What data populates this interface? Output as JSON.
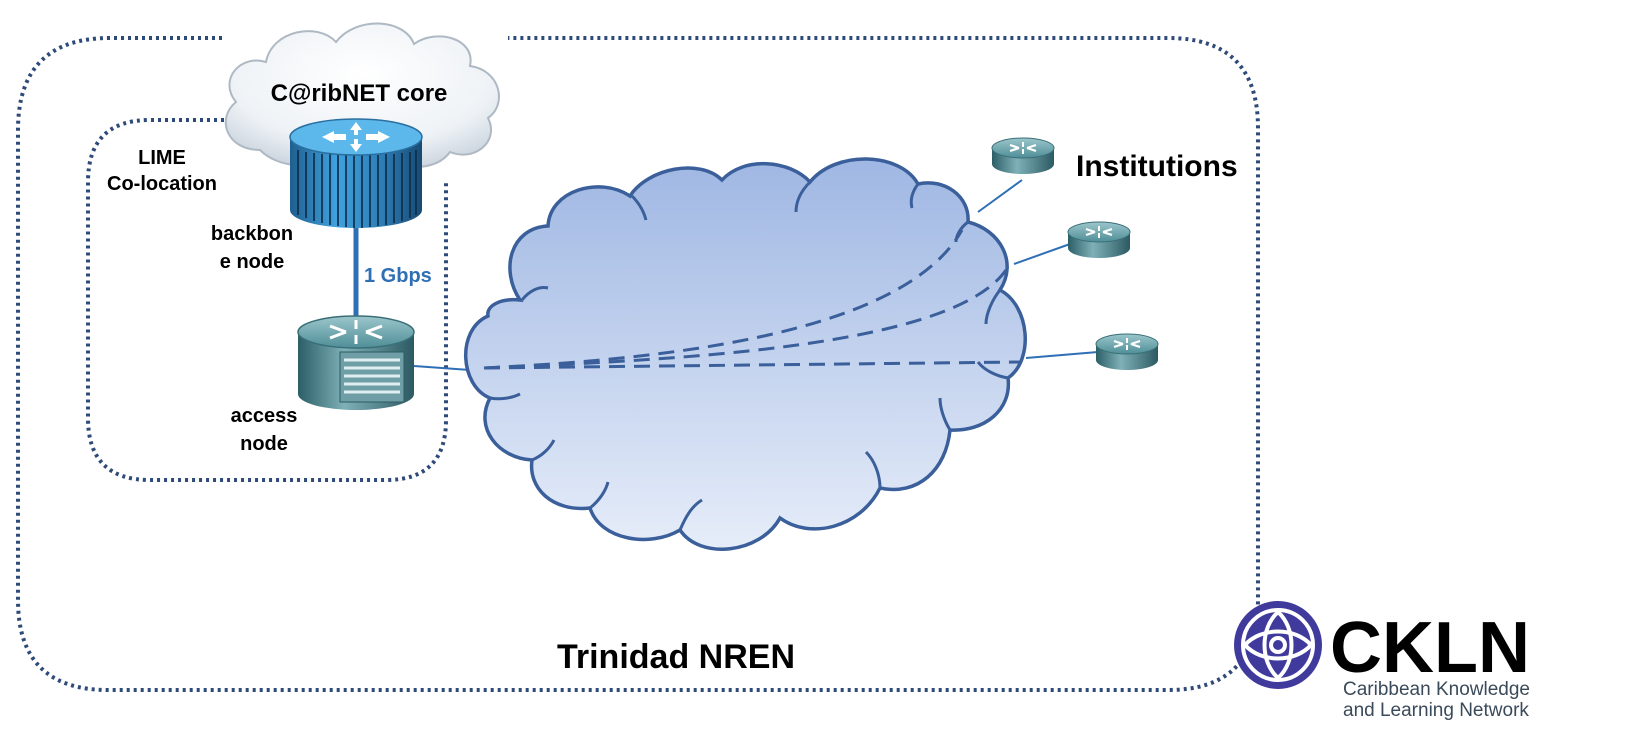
{
  "labels": {
    "caribnet_core": "C@ribNET core",
    "lime_line1": "LIME",
    "lime_line2": "Co-location",
    "backbone_line1": "backbon",
    "backbone_line2": "e node",
    "link_speed": "1 Gbps",
    "access_line1": "access",
    "access_line2": "node",
    "institutions": "Institutions",
    "region": "Trinidad NREN"
  },
  "logo": {
    "name": "CKLN",
    "tagline_line1": "Caribbean Knowledge",
    "tagline_line2": "and Learning Network"
  },
  "colors": {
    "dotted_border": "#2e4a78",
    "link_blue": "#2f6fb6",
    "cloud_stroke": "#3a5f9a",
    "cloud_fill_top": "#a9bfe6",
    "cloud_fill_bottom": "#e4ebf8",
    "router_teal": "#3e7c86",
    "backbone_blue": "#3d8fc9",
    "logo_purple": "#3f3a9c"
  },
  "icons": [
    "backbone-router-icon",
    "access-router-icon",
    "institution-router-icon",
    "cloud-icon",
    "ckln-logo-icon"
  ]
}
